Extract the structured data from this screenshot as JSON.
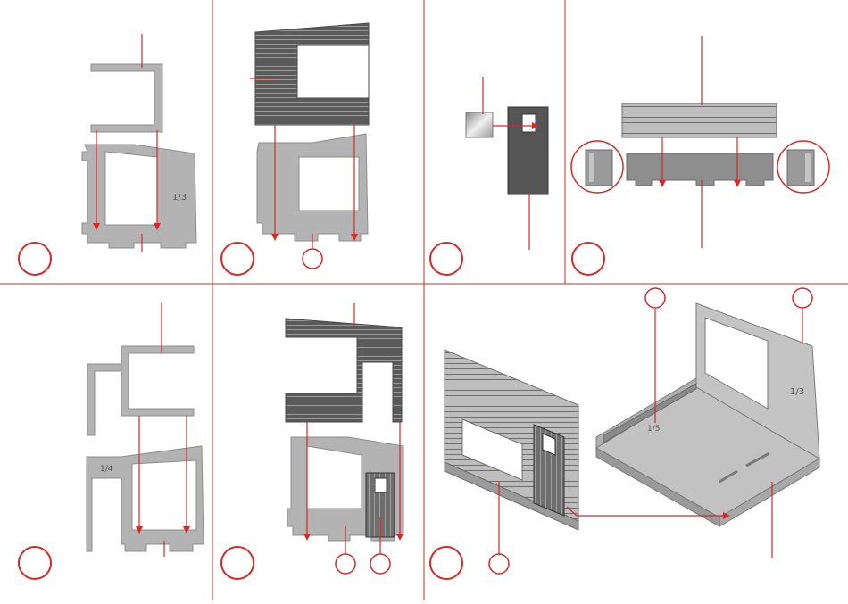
{
  "colors": {
    "accent_red": "#d42a2a",
    "part_light": "#b3b3b3",
    "part_dark": "#555555",
    "part_outline": "#8c8c8c",
    "background": "#ffffff"
  },
  "panels": [
    {
      "id": "step-1",
      "part_labels": [
        "1/3"
      ]
    },
    {
      "id": "step-2",
      "part_labels": []
    },
    {
      "id": "step-3",
      "part_labels": []
    },
    {
      "id": "step-4",
      "part_labels": []
    },
    {
      "id": "step-5",
      "part_labels": [
        "1/4"
      ]
    },
    {
      "id": "step-6",
      "part_labels": []
    },
    {
      "id": "step-7",
      "part_labels": [
        "1/5",
        "1/3"
      ]
    }
  ]
}
